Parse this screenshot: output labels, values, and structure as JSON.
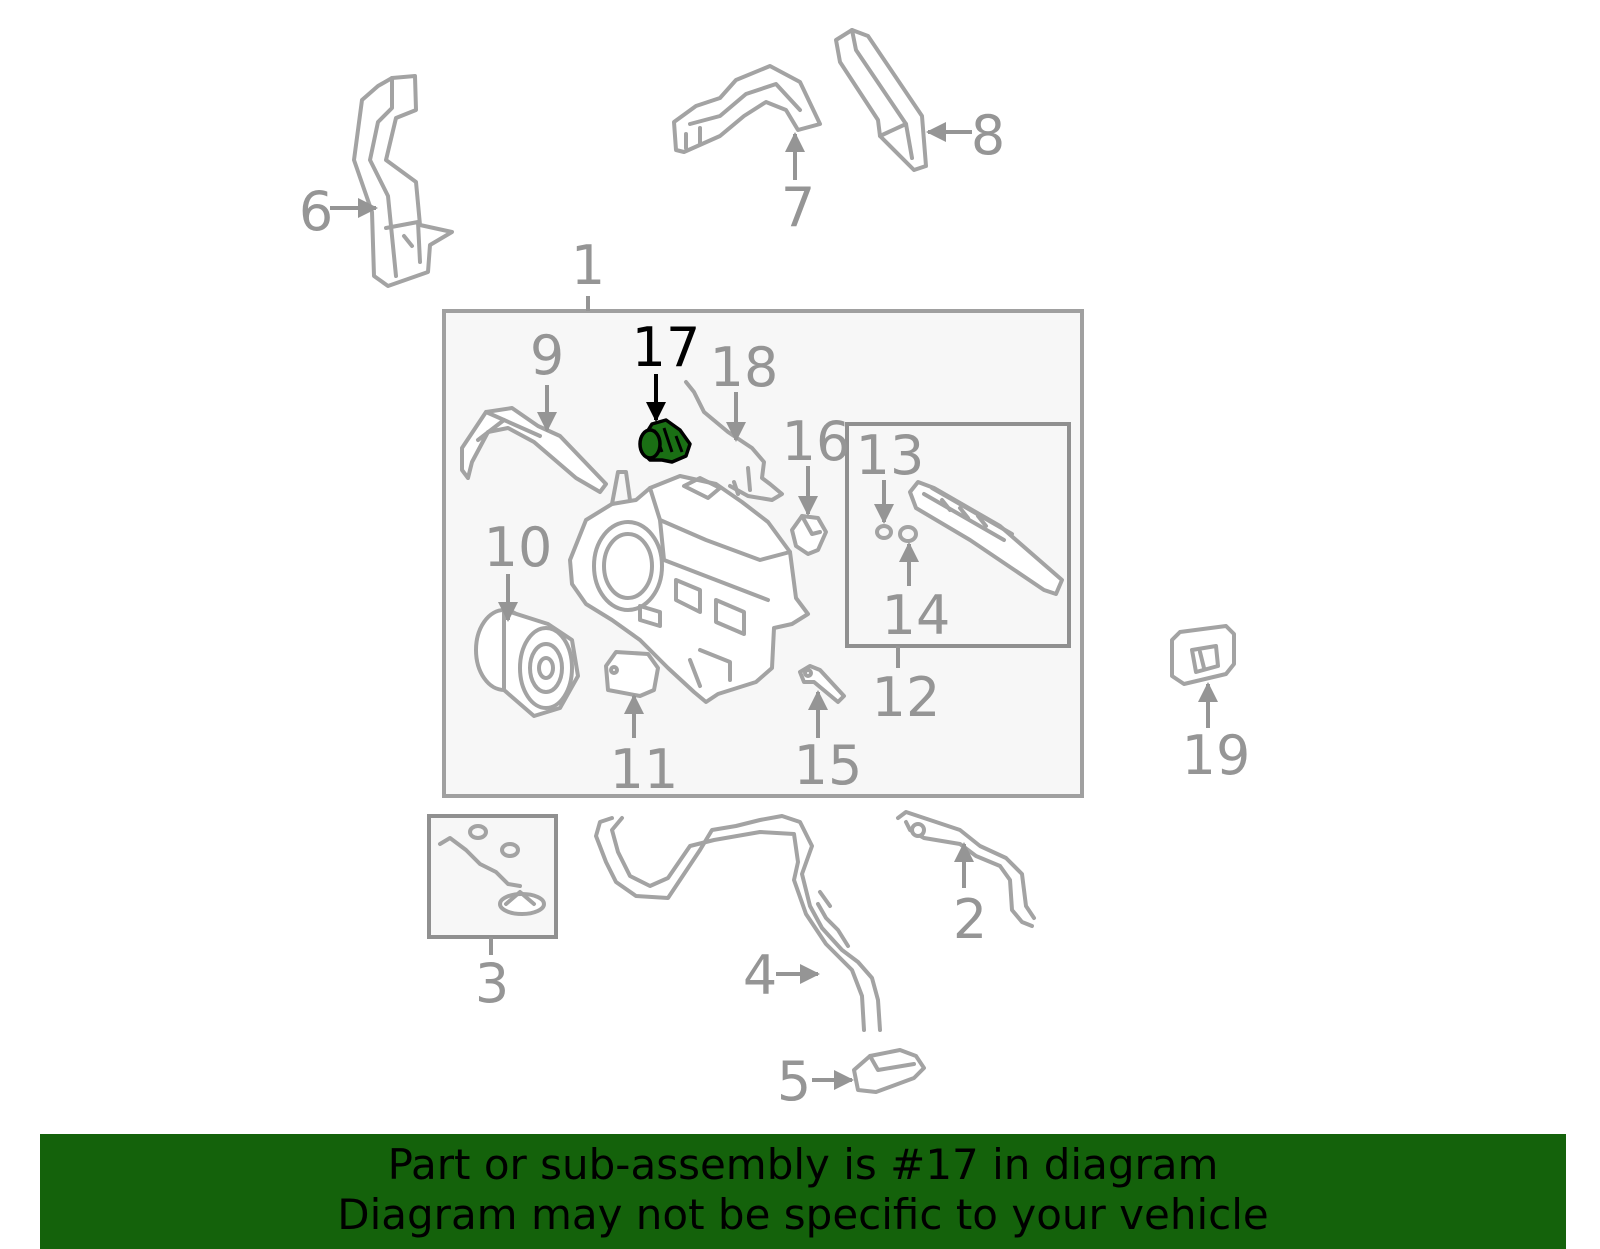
{
  "diagram": {
    "callouts": {
      "c1": "1",
      "c2": "2",
      "c3": "3",
      "c4": "4",
      "c5": "5",
      "c6": "6",
      "c7": "7",
      "c8": "8",
      "c9": "9",
      "c10": "10",
      "c11": "11",
      "c12": "12",
      "c13": "13",
      "c14": "14",
      "c15": "15",
      "c16": "16",
      "c17": "17",
      "c18": "18",
      "c19": "19"
    },
    "highlighted_part": "17",
    "colors": {
      "highlight_fill": "#1a6f14",
      "banner_background": "#14620b",
      "callout_text": "#959595",
      "active_callout_text": "#000000"
    }
  },
  "banner": {
    "line1": "Part or sub-assembly is #17 in diagram",
    "line2": "Diagram may not be specific to your vehicle"
  }
}
